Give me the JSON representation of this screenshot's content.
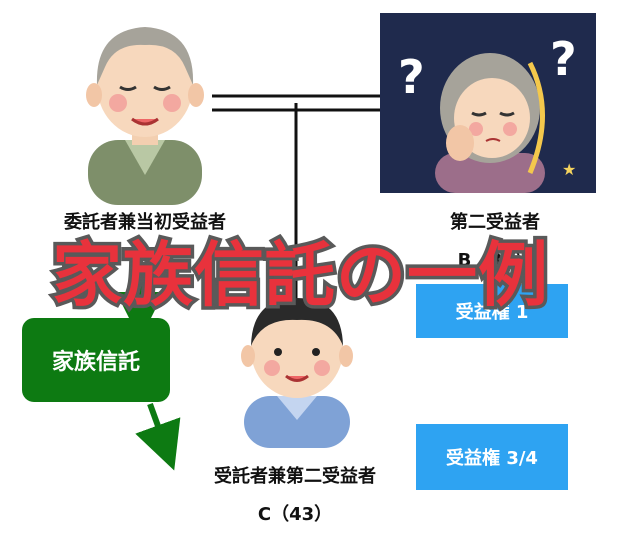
{
  "title": "家族信託の一例",
  "settlor": {
    "role": "委託者兼当初受益者"
  },
  "second_beneficiary": {
    "role": "第二受益者",
    "name": "B（80）"
  },
  "trustee": {
    "role": "受託者兼第二受益者",
    "name": "C（43）"
  },
  "trust_box": {
    "label": "家族信託"
  },
  "rights": [
    {
      "label": "受益権 1"
    },
    {
      "label": "受益権 3/4"
    }
  ],
  "decor": {
    "question_mark": "?",
    "star": "★"
  },
  "colors": {
    "title_red": "#e8323c",
    "trust_green": "#0d7a12",
    "right_blue": "#2ea3f2",
    "night": "#1f2a4d"
  }
}
